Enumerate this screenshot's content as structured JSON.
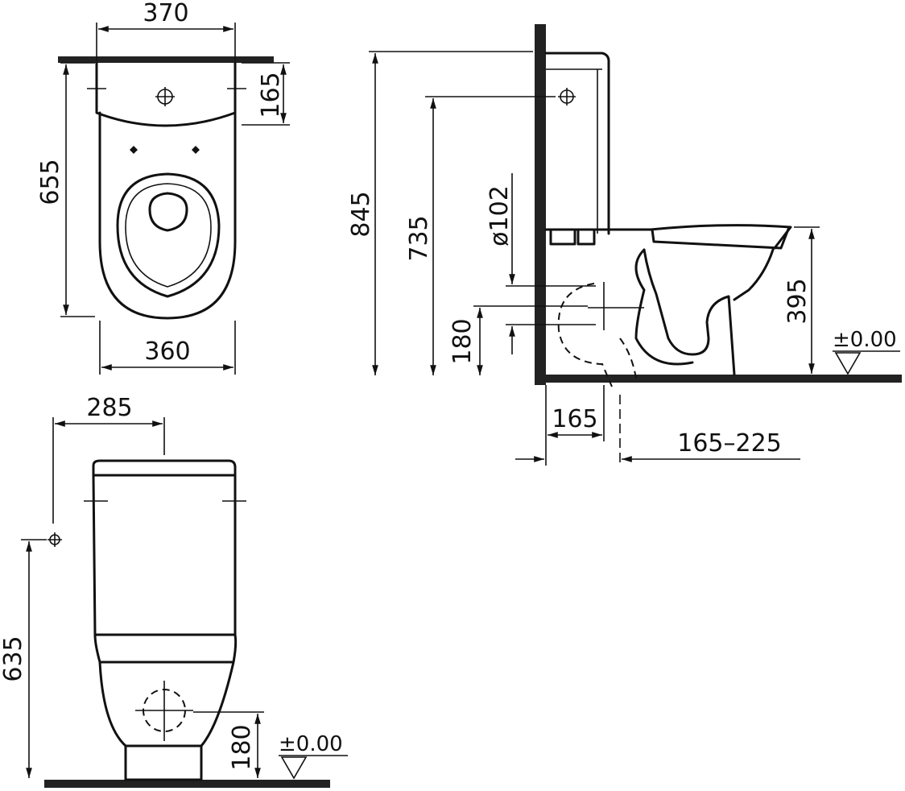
{
  "top_view": {
    "dim_width_top": "370",
    "dim_cistern_depth": "165",
    "dim_total_depth": "655",
    "dim_width_bottom": "360"
  },
  "side_view": {
    "dim_total_height": "845",
    "dim_inlet_height": "735",
    "dim_outlet_diameter": "ø102",
    "dim_outlet_height": "180",
    "dim_seat_height": "395",
    "dim_wall_offset": "165",
    "dim_outlet_range": "165–225",
    "floor_level": "±0.00"
  },
  "front_view": {
    "dim_inlet_offset": "285",
    "dim_inlet_height": "635",
    "dim_outlet_height": "180",
    "floor_level": "±0.00"
  }
}
